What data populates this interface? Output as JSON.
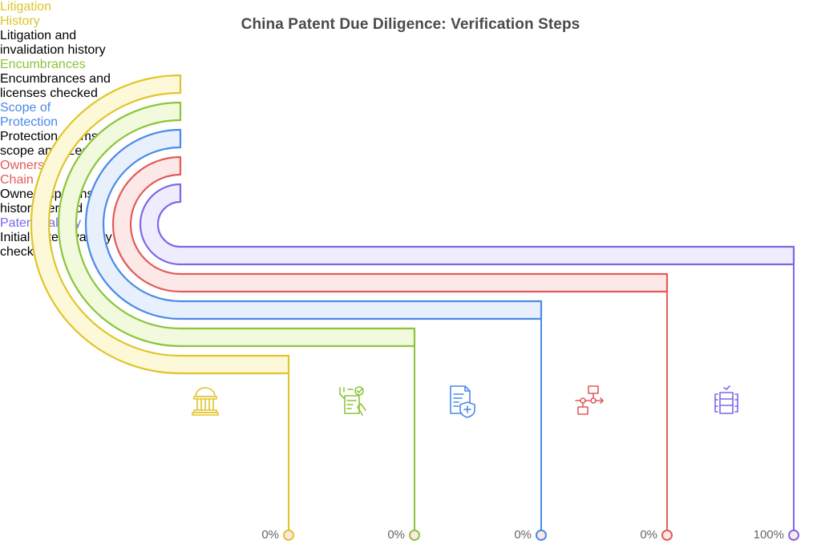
{
  "title": "China Patent Due Diligence: Verification Steps",
  "steps": [
    {
      "id": "litigation-history",
      "label": "Litigation History",
      "label_lines": [
        "Litigation",
        "History"
      ],
      "description_lines": [
        "Litigation and",
        "invalidation history"
      ],
      "progress_label": "0%",
      "progress": 0,
      "icon": "courthouse-icon",
      "color": "#e0c52a",
      "fill": "#fdf8d8"
    },
    {
      "id": "encumbrances",
      "label": "Encumbrances",
      "label_lines": [
        "Encumbrances"
      ],
      "description_lines": [
        "Encumbrances and",
        "licenses checked"
      ],
      "progress_label": "0%",
      "progress": 0,
      "icon": "signed-document-icon",
      "color": "#8cc43c",
      "fill": "#f1fadc"
    },
    {
      "id": "scope-of-protection",
      "label": "Scope of Protection",
      "label_lines": [
        "Scope of",
        "Protection"
      ],
      "description_lines": [
        "Protection claims",
        "scope analyzed"
      ],
      "progress_label": "0%",
      "progress": 0,
      "icon": "document-shield-icon",
      "color": "#4a8ae8",
      "fill": "#e8f0fd"
    },
    {
      "id": "ownership-chain",
      "label": "Ownership Chain",
      "label_lines": [
        "Ownership",
        "Chain"
      ],
      "description_lines": [
        "Ownership transfer",
        "history verified"
      ],
      "progress_label": "0%",
      "progress": 0,
      "icon": "flowchart-icon",
      "color": "#e45a5a",
      "fill": "#fde8e8"
    },
    {
      "id": "patent-validity",
      "label": "Patent Validity",
      "label_lines": [
        "Patent Validity"
      ],
      "description_lines": [
        "Initial patent validity",
        "check"
      ],
      "progress_label": "100%",
      "progress": 100,
      "icon": "database-check-icon",
      "color": "#7b68e8",
      "fill": "#efedfd"
    }
  ]
}
